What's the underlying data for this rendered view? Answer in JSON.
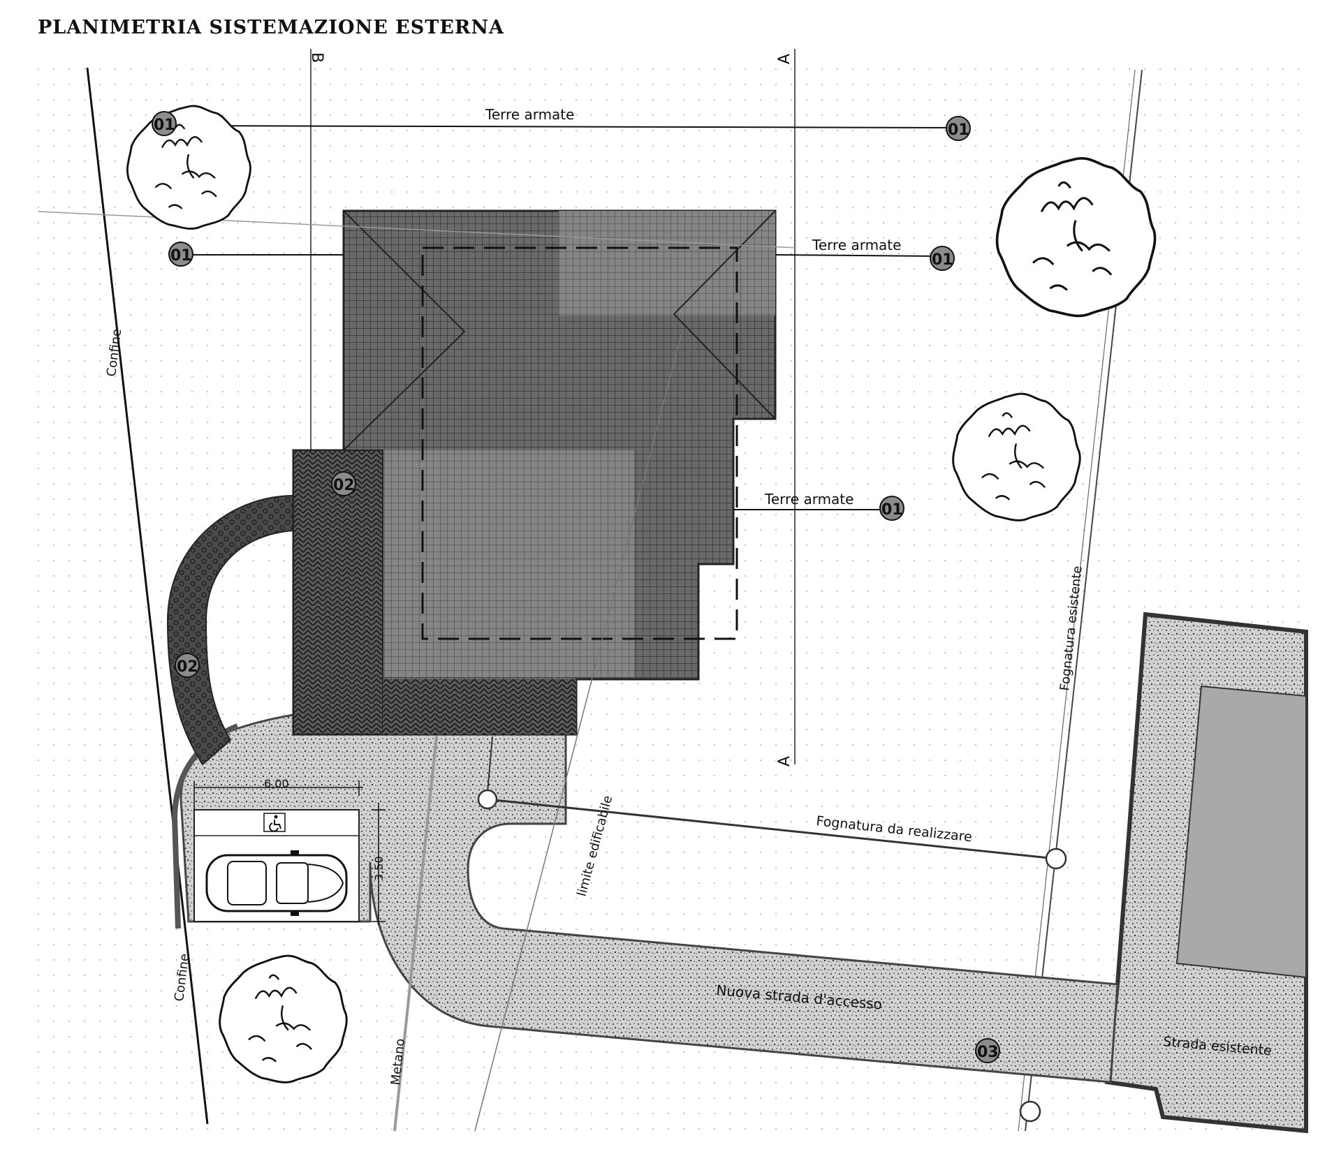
{
  "title": "PLANIMETRIA SISTEMAZIONE ESTERNA",
  "section_marks": {
    "a": "A",
    "b": "B"
  },
  "labels": {
    "terre_armate": "Terre armate",
    "confine": "Confine",
    "fognatura_esistente": "Fognatura esistente",
    "fognatura_da_realizzare": "Fognatura da realizzare",
    "limite_edificabile": "limite edificabile",
    "nuova_strada": "Nuova strada d'accesso",
    "strada_esistente": "Strada esistente",
    "metano": "Metano"
  },
  "tags": {
    "t01": "01",
    "t02": "02",
    "t03": "03"
  },
  "dimensions": {
    "width": "6,00",
    "depth": "3,50"
  },
  "icons": {
    "accessible_parking": "wheelchair-icon",
    "car": "car-icon",
    "tree": "tree-icon"
  },
  "colors": {
    "ink": "#111111",
    "tile_dark": "#555555",
    "tile_light": "#7a7a7a",
    "gravel": "#b5b5b5",
    "tag": "#8c8c8c"
  }
}
